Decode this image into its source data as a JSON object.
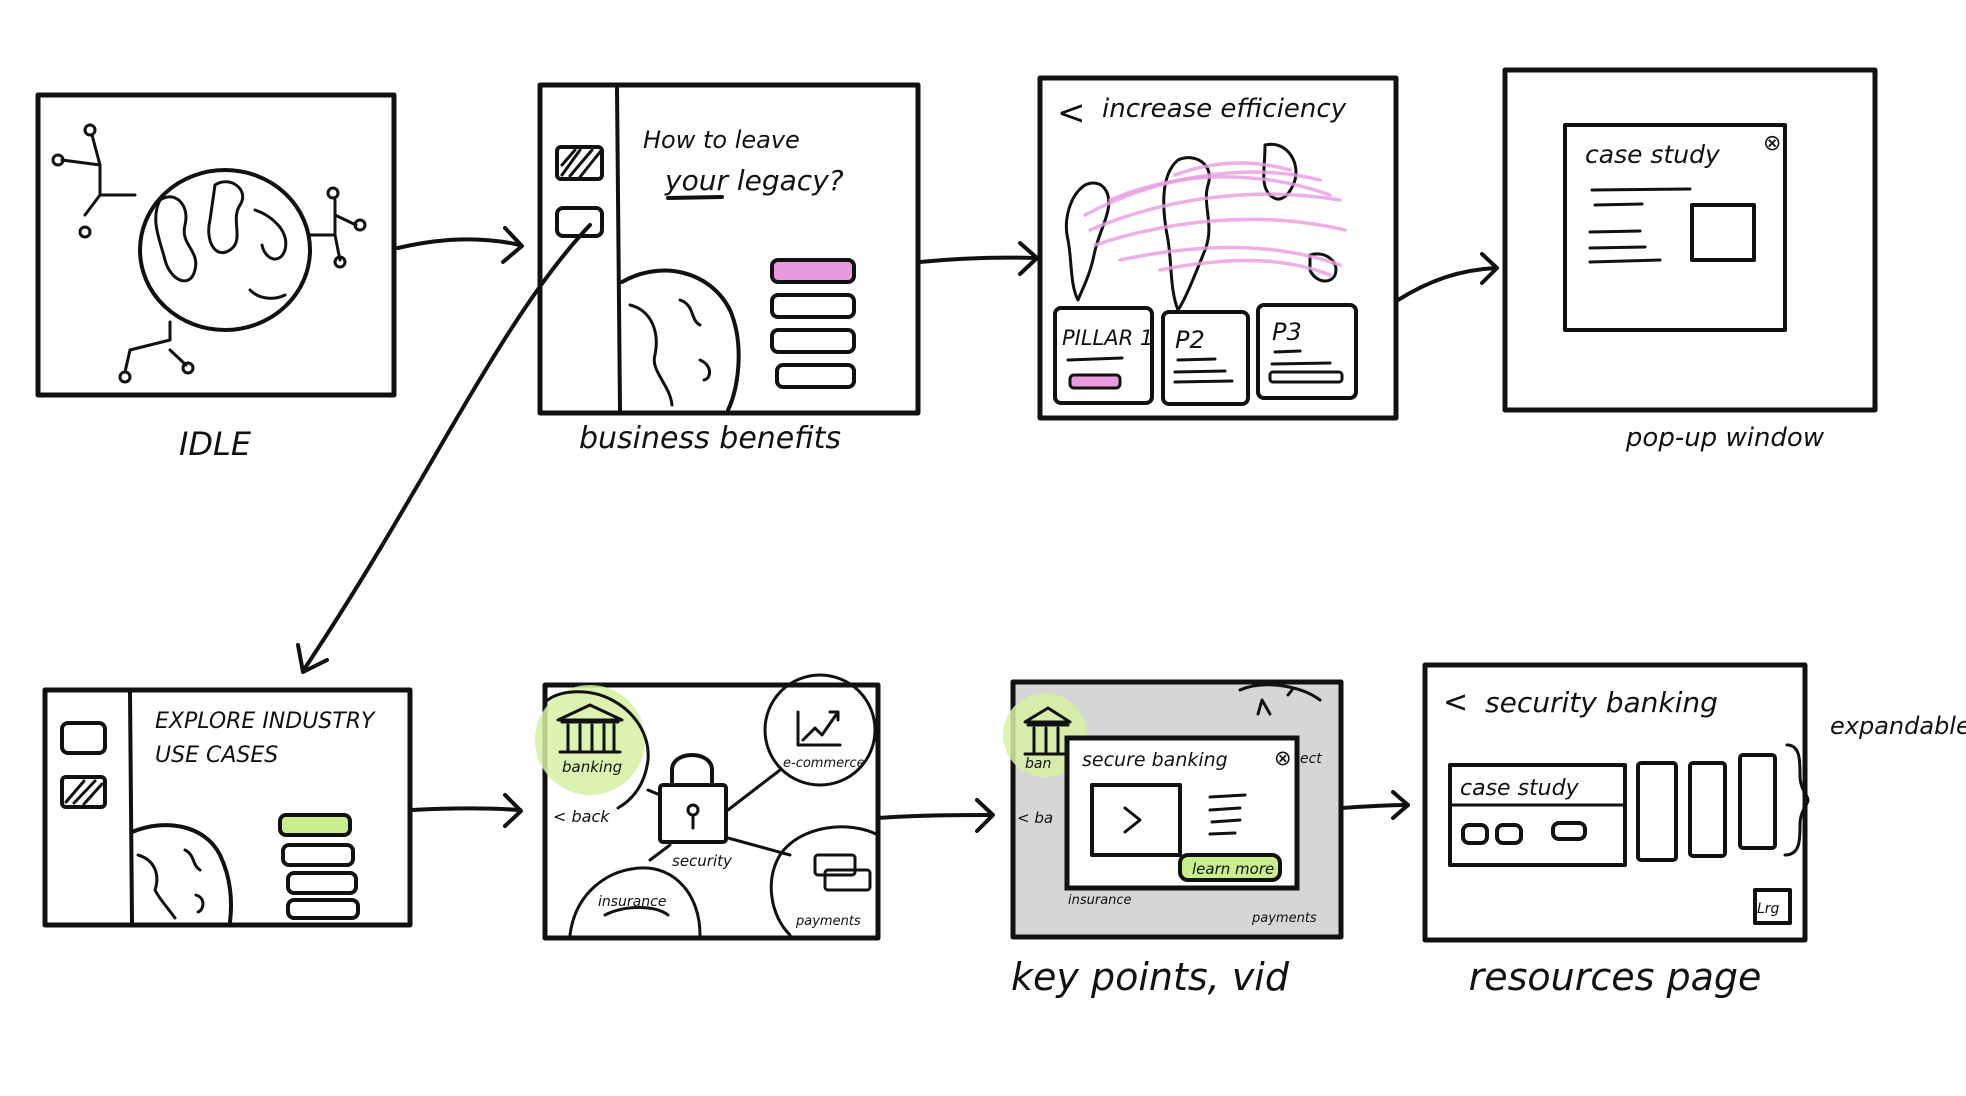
{
  "screens": [
    {
      "id": "idle",
      "caption": "IDLE"
    },
    {
      "id": "business-benefits",
      "caption": "business benefits",
      "heading_line1": "How to leave",
      "heading_line2": "your legacy?"
    },
    {
      "id": "increase-efficiency",
      "caption": "",
      "back_glyph": "<",
      "title": "increase efficiency",
      "cards": [
        "PILLAR 1",
        "P2",
        "P3"
      ]
    },
    {
      "id": "pop-up-window",
      "caption": "pop-up window",
      "popup_title": "case study",
      "close_glyph": "⊗"
    },
    {
      "id": "explore-industry",
      "caption": "",
      "heading_line1": "EXPLORE INDUSTRY",
      "heading_line2": "USE CASES"
    },
    {
      "id": "use-case-hub",
      "caption": "",
      "bubbles": [
        "banking",
        "e-commerce",
        "insurance",
        "payments"
      ],
      "center_label": "security",
      "back_label": "< back"
    },
    {
      "id": "key-points",
      "caption": "key points, vid",
      "popup_title": "secure banking",
      "close_glyph": "⊗",
      "button_label": "learn more",
      "bg_labels": [
        "ban",
        "< ba",
        "ect",
        "insurance",
        "payments"
      ]
    },
    {
      "id": "resources-page",
      "caption": "resources page",
      "back_glyph": "<",
      "title": "security banking",
      "card_title": "case study",
      "corner_label": "Lrg",
      "side_note": "expandable"
    }
  ]
}
